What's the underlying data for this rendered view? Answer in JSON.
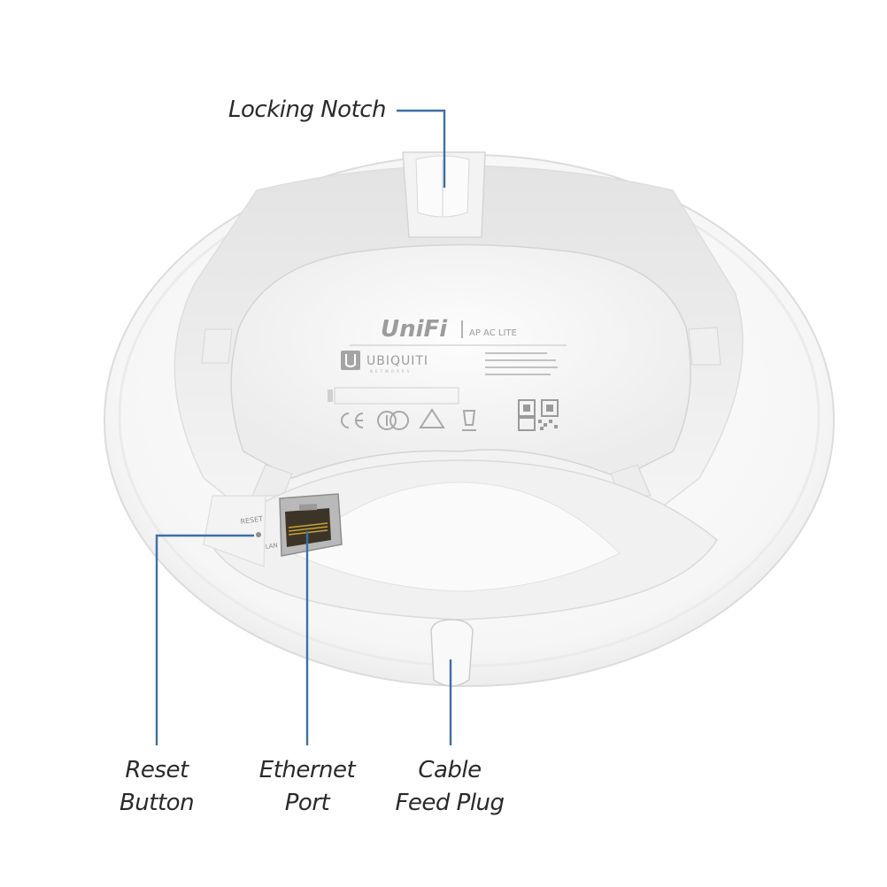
{
  "callouts": {
    "locking_notch": "Locking Notch",
    "reset_button": [
      "Reset",
      "Button"
    ],
    "ethernet_port": [
      "Ethernet",
      "Port"
    ],
    "cable_feed_plug": [
      "Cable",
      "Feed Plug"
    ]
  },
  "device_label": {
    "brand": "UniFi",
    "model": "AP AC LITE",
    "maker": "UBIQUITI",
    "maker_sub": "NETWORKS",
    "ports": [
      "RESET",
      "LAN"
    ]
  },
  "colors": {
    "leader_line": "#3d6fa6",
    "label_text": "#2a2a2a",
    "device_body": "#f7f7f7"
  }
}
